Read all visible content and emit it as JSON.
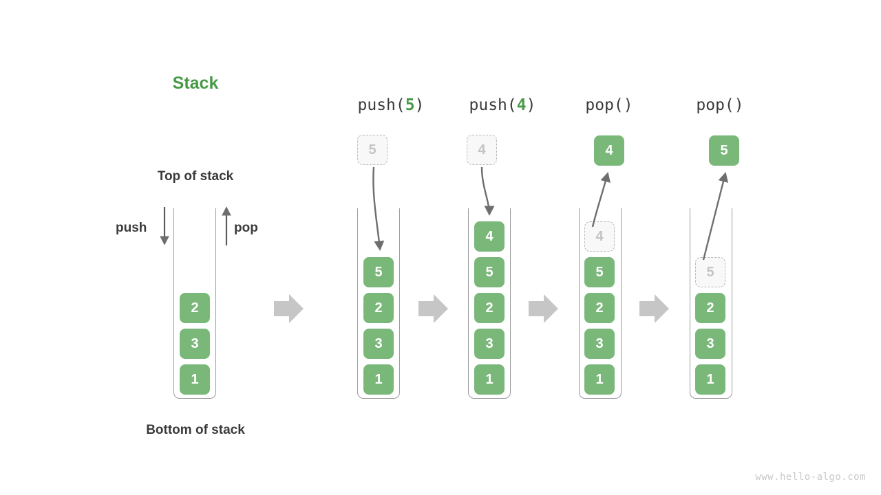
{
  "title": "Stack",
  "labels": {
    "top_of_stack": "Top of stack",
    "bottom_of_stack": "Bottom of stack",
    "push": "push",
    "pop": "pop"
  },
  "colors": {
    "accent_green": "#479a47",
    "cell_green": "#7ab87a",
    "ghost_gray": "#c4c4c4",
    "arrow_gray": "#6e6e6e",
    "transition_arrow": "#c6c6c6",
    "tube_border": "#9a9a9a",
    "text": "#3a3a3a",
    "watermark": "#c9c9c9"
  },
  "initial_stack": {
    "name": "initial",
    "cells": [
      "2",
      "3",
      "1"
    ],
    "push_arrow_label": "push",
    "pop_arrow_label": "pop"
  },
  "steps": [
    {
      "caption_prefix": "push(",
      "caption_arg": "5",
      "caption_suffix": ")",
      "caption_text": "push(5)",
      "operation": "push",
      "incoming_ghost": "5",
      "ghost_position": "above",
      "cells": [
        "5",
        "2",
        "3",
        "1"
      ]
    },
    {
      "caption_prefix": "push(",
      "caption_arg": "4",
      "caption_suffix": ")",
      "caption_text": "push(4)",
      "operation": "push",
      "incoming_ghost": "4",
      "ghost_position": "above",
      "cells": [
        "4",
        "5",
        "2",
        "3",
        "1"
      ]
    },
    {
      "caption_prefix": "pop(",
      "caption_arg": "",
      "caption_suffix": ")",
      "caption_text": "pop()",
      "operation": "pop",
      "outgoing_value": "4",
      "ghost_in_stack": "4",
      "ghost_slot": 0,
      "cells": [
        "5",
        "2",
        "3",
        "1"
      ]
    },
    {
      "caption_prefix": "pop(",
      "caption_arg": "",
      "caption_suffix": ")",
      "caption_text": "pop()",
      "operation": "pop",
      "outgoing_value": "5",
      "ghost_in_stack": "5",
      "ghost_slot": 0,
      "cells": [
        "2",
        "3",
        "1"
      ]
    }
  ],
  "transition_arrows": [
    "arrow-right",
    "arrow-right",
    "arrow-right",
    "arrow-right"
  ],
  "watermark": "www.hello-algo.com"
}
